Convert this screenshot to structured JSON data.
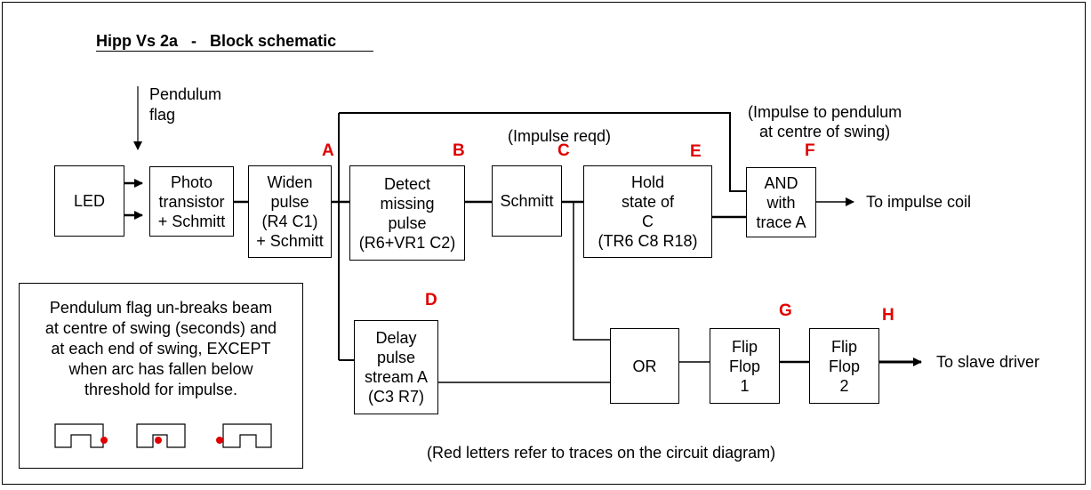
{
  "title": "Hipp Vs 2a   -   Block schematic",
  "pendulum_label": [
    "Pendulum",
    "flag"
  ],
  "blocks": {
    "led": [
      "LED"
    ],
    "photo": [
      "Photo",
      "transistor",
      "+ Schmitt"
    ],
    "widen": [
      "Widen",
      "pulse",
      "(R4 C1)",
      "+ Schmitt"
    ],
    "detect": [
      "Detect",
      "missing",
      "pulse",
      "(R6+VR1 C2)"
    ],
    "schmitt": [
      "Schmitt"
    ],
    "hold": [
      "Hold",
      "state of",
      "C",
      "(TR6 C8 R18)"
    ],
    "and": [
      "AND",
      "with",
      "trace A"
    ],
    "delay": [
      "Delay",
      "pulse",
      "stream A",
      "(C3 R7)"
    ],
    "or": [
      "OR"
    ],
    "ff1": [
      "Flip",
      "Flop",
      "1"
    ],
    "ff2": [
      "Flip",
      "Flop",
      "2"
    ]
  },
  "trace_letters": {
    "a": "A",
    "b": "B",
    "c": "C",
    "d": "D",
    "e": "E",
    "f": "F",
    "g": "G",
    "h": "H"
  },
  "annotations": {
    "impulse_reqd": "(Impulse reqd)",
    "impulse_to_pendulum": [
      "(Impulse to pendulum",
      "at centre of swing)"
    ],
    "to_impulse_coil": "To impulse coil",
    "to_slave_driver": "To slave driver",
    "red_letters_note": "(Red letters refer to traces on the circuit diagram)"
  },
  "note": [
    "Pendulum flag un-breaks beam",
    "at centre of swing (seconds) and",
    "at each end of swing, EXCEPT",
    "when arc has fallen below",
    "threshold for impulse."
  ],
  "colors": {
    "trace_letter": "#e00000",
    "dot": "#e00000",
    "line": "#000000"
  }
}
